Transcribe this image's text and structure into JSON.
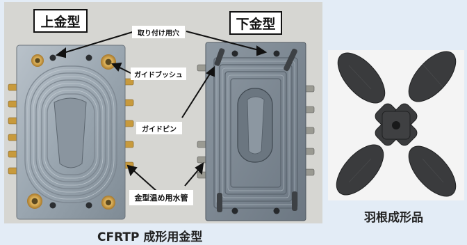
{
  "labels": {
    "upper_mold": "上金型",
    "lower_mold": "下金型",
    "mounting_holes": "取り付け用穴",
    "guide_bush": "ガイドブッシュ",
    "guide_pin": "ガイドピン",
    "cooling_pipe": "金型温め用水管"
  },
  "captions": {
    "mold": "CFRTP 成形用金型",
    "product": "羽根成形品"
  },
  "colors": {
    "background": "#e3ecf6",
    "metal": "#9aa6b0",
    "brass": "#c89a3c",
    "carbon": "#3a3b3d"
  }
}
